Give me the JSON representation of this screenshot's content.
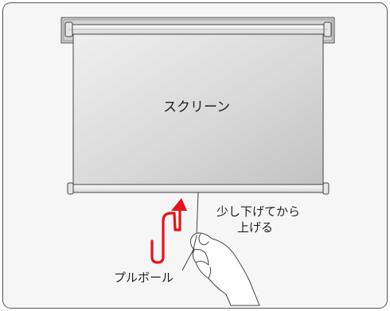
{
  "labels": {
    "screen": "スクリーン",
    "instruction_line1": "少し下げてから",
    "instruction_line2": "上げる",
    "pull_ball": "プルボール"
  },
  "colors": {
    "outline": "#444444",
    "frame_fill": "#f6f6f6",
    "bracket_fill": "#c9c9c9",
    "screen_fill_light": "#eeeeee",
    "screen_fill_dark": "#c4c4c4",
    "bar_fill": "#f0f0f0",
    "arrow": "#e6131b",
    "text": "#222222"
  },
  "icons": {
    "arrow": "up-hook-arrow-icon",
    "hand": "hand-pulling-cord-icon"
  }
}
